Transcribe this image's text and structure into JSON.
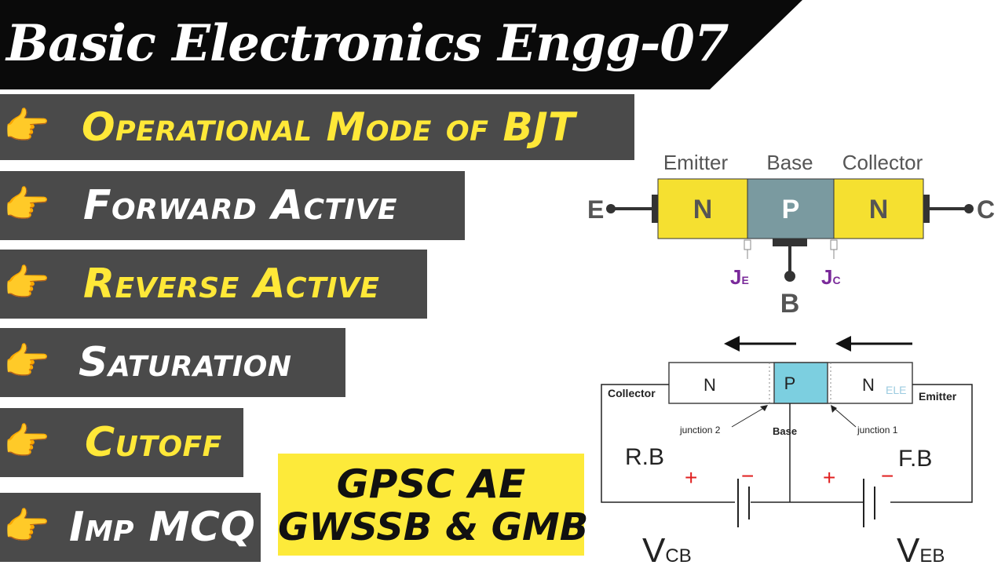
{
  "title": "Basic Electronics Engg-07",
  "topics": [
    {
      "icon": "pointing-hand-icon",
      "label": "Operational Mode of BJT",
      "color": "#ffe838"
    },
    {
      "icon": "pointing-hand-icon",
      "label": "Forward Active",
      "color": "#ffffff"
    },
    {
      "icon": "pointing-hand-icon",
      "label": "Reverse Active",
      "color": "#ffe838"
    },
    {
      "icon": "pointing-hand-icon",
      "label": "Saturation",
      "color": "#ffffff"
    },
    {
      "icon": "pointing-hand-icon",
      "label": "Cutoff",
      "color": "#ffe838"
    },
    {
      "icon": "pointing-hand-icon",
      "label": "Imp MCQ",
      "color": "#ffffff"
    }
  ],
  "badge": {
    "line1": "GPSC AE",
    "line2": "GWSSB & GMB"
  },
  "structure": {
    "emitter": "Emitter",
    "base": "Base",
    "collector": "Collector",
    "left_region": "N",
    "mid_region": "P",
    "right_region": "N",
    "term_e": "E",
    "term_c": "C",
    "term_b": "B",
    "je_main": "J",
    "je_sub": "E",
    "jc_main": "J",
    "jc_sub": "C"
  },
  "circuit": {
    "left_region": "N",
    "mid_region": "P",
    "right_region": "N",
    "watermark": "ELE",
    "collector": "Collector",
    "emitter": "Emitter",
    "junction2": "junction 2",
    "base": "Base",
    "junction1": "junction 1",
    "rb": "R.B",
    "fb": "F.B",
    "plus": "+",
    "minus": "−",
    "vcb_main": "V",
    "vcb_sub": "CB",
    "veb_main": "V",
    "veb_sub": "EB"
  },
  "colors": {
    "band": "#0a0a0a",
    "panel": "#4a4a4a",
    "accent_yellow": "#ffe838",
    "region_yellow": "#f5e030",
    "region_gray": "#7a9aa0",
    "region_blue": "#7ccfe0",
    "junction_purple": "#7a2a9a",
    "plus_minus_red": "#e02020"
  }
}
